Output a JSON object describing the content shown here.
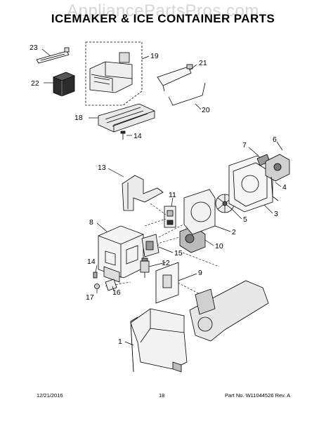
{
  "watermark": "AppliancePartsPros.com",
  "title": "ICEMAKER & ICE CONTAINER PARTS",
  "callouts": {
    "c1": "1",
    "c2": "2",
    "c3": "3",
    "c4": "4",
    "c5": "5",
    "c6": "6",
    "c7": "7",
    "c8": "8",
    "c9": "9",
    "c10": "10",
    "c11": "11",
    "c12": "12",
    "c13": "13",
    "c14a": "14",
    "c14b": "14",
    "c15": "15",
    "c16": "16",
    "c17": "17",
    "c18": "18",
    "c19": "19",
    "c20": "20",
    "c21": "21",
    "c22": "22",
    "c23": "23"
  },
  "footer": {
    "date": "12/21/2016",
    "page": "18",
    "part_label": "Part No. W11044526  Rev. A"
  }
}
